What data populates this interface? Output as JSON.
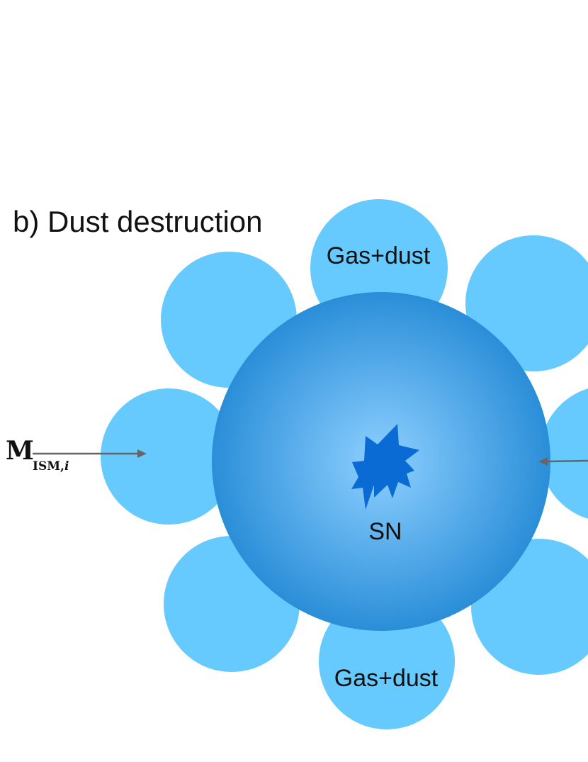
{
  "title": "b) Dust destruction",
  "cloud_label_top": "Gas+dust",
  "cloud_label_bottom": "Gas+dust",
  "center_label": "SN",
  "mass_symbol": "M",
  "mass_subscript": "ISM,",
  "mass_subscript_index": "i",
  "colors": {
    "cloud": "#66CAFF",
    "sphere_center": "#8ED0FF",
    "sphere_edge": "#2A8ED8",
    "star": "#0A6BD4",
    "arrow": "#666666"
  }
}
